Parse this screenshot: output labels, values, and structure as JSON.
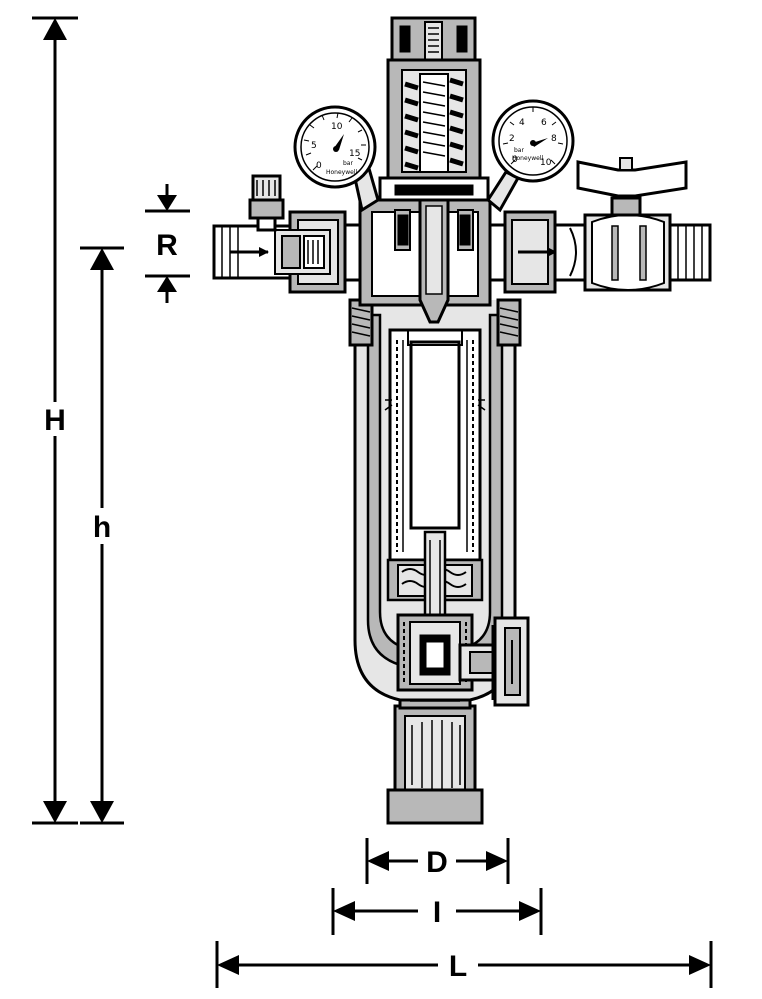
{
  "dimensions": {
    "H": "H",
    "h": "h",
    "R": "R",
    "D": "D",
    "I": "I",
    "L": "L"
  },
  "gauge_left": {
    "ticks": [
      "0",
      "5",
      "10",
      "15"
    ],
    "unit": "bar",
    "brand": "Honeywell"
  },
  "gauge_right": {
    "ticks": [
      "0",
      "2",
      "4",
      "6",
      "8",
      "10"
    ],
    "unit": "bar",
    "brand": "Honeywell"
  },
  "colors": {
    "ink": "#000000",
    "body_fill": "#b8b8b8",
    "light_fill": "#e6e6e6",
    "paper": "#ffffff"
  }
}
